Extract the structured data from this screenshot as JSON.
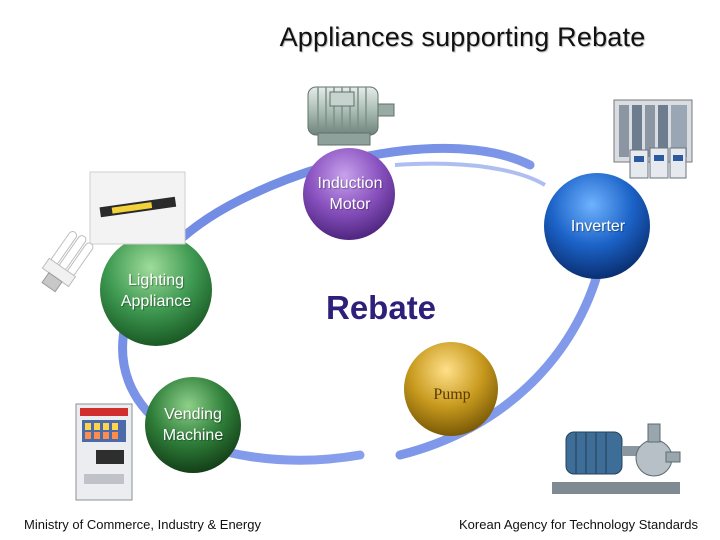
{
  "title": "Appliances supporting Rebate",
  "center": "Rebate",
  "nodes": {
    "induction_motor": {
      "line1": "Induction",
      "line2": "Motor"
    },
    "inverter": {
      "line1": "Inverter"
    },
    "lighting": {
      "line1": "Lighting",
      "line2": "Appliance"
    },
    "vending": {
      "line1": "Vending",
      "line2": "Machine"
    },
    "pump": {
      "line1": "Pump"
    }
  },
  "footer": {
    "left": "Ministry of Commerce, Industry & Energy",
    "right": "Korean Agency for Technology Standards"
  },
  "colors": {
    "ring": "#5b79d6",
    "induction_motor": "#8a52c0",
    "inverter": "#1c63c8",
    "lighting": "#3f9a52",
    "vending": "#2f7f3a",
    "pump": "#c89a1e",
    "center_text": "#2e1f7a"
  },
  "icons": [
    "motor-icon",
    "inverter-panel-icon",
    "fluorescent-fixture-icon",
    "cfl-bulb-icon",
    "vending-machine-icon",
    "pump-icon"
  ]
}
